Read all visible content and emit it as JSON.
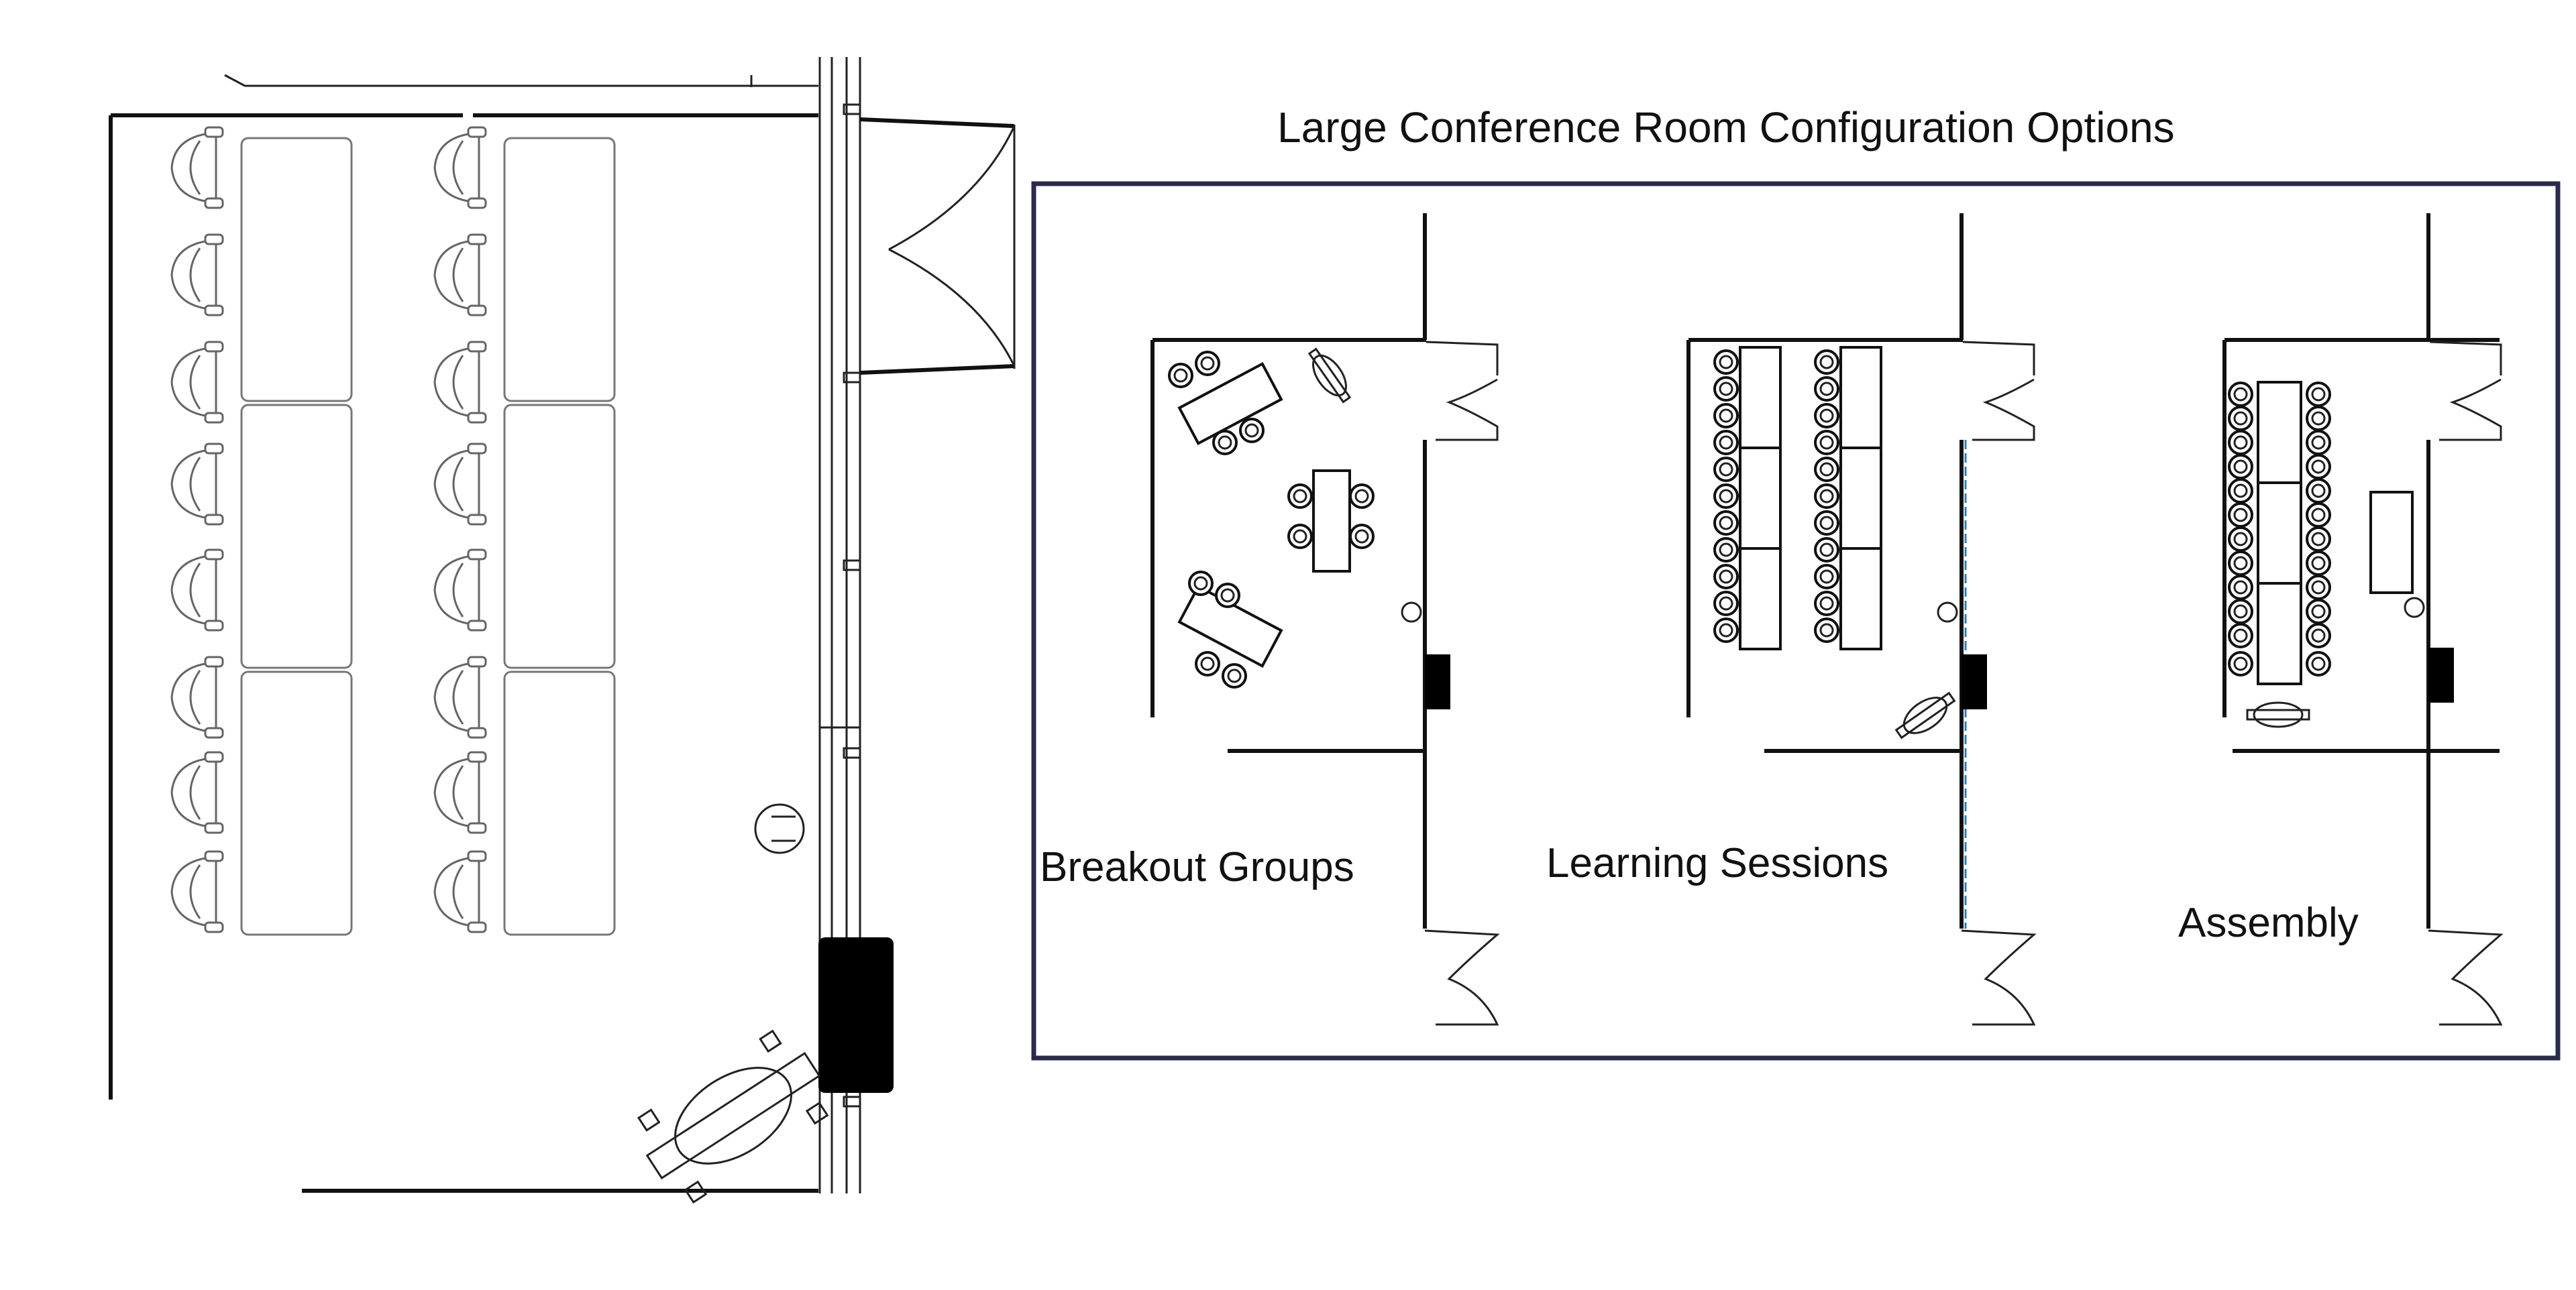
{
  "title": "Large Conference Room Configuration Options",
  "layouts": [
    {
      "id": "breakout",
      "label": "Breakout Groups"
    },
    {
      "id": "learning",
      "label": "Learning Sessions"
    },
    {
      "id": "assembly",
      "label": "Assembly"
    }
  ],
  "colors": {
    "frame": "#2b2a4e",
    "walls": "#111111",
    "furniture": "#777777",
    "accent_wall": "#2a7fb8"
  }
}
